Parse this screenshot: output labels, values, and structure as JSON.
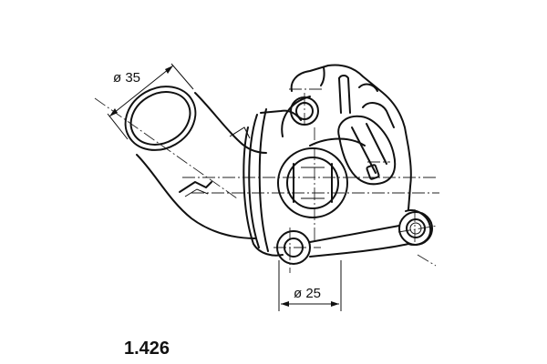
{
  "dimensions": {
    "outlet_diameter": "ø 35",
    "bottom_diameter": "ø 25"
  },
  "part_number": "1.426"
}
